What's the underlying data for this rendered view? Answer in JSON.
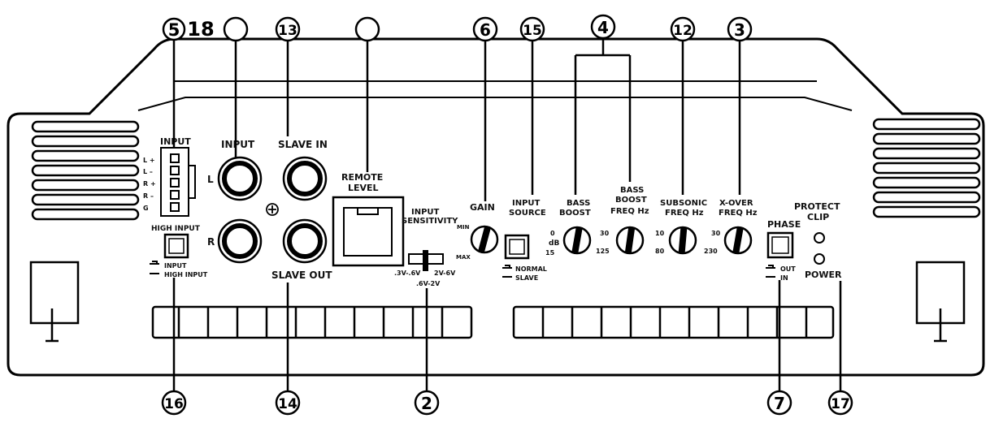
{
  "callouts": {
    "c5": "5",
    "c18": "18",
    "c1": "",
    "c13": "13",
    "c10": "",
    "c6": "6",
    "c15": "15",
    "c4": "4",
    "c12": "12",
    "c3": "3",
    "c16": "16",
    "c14": "14",
    "c2": "2",
    "c7": "7",
    "c17": "17"
  },
  "labels": {
    "input_high": "INPUT",
    "input_pins": [
      "L +",
      "L –",
      "R +",
      "R –",
      "G"
    ],
    "input_rca": "INPUT",
    "rca_left": "L",
    "rca_right": "R",
    "slave_in": "SLAVE IN",
    "slave_out": "SLAVE OUT",
    "remote_level_1": "REMOTE",
    "remote_level_2": "LEVEL",
    "high_input": "HIGH INPUT",
    "high_input_switch_1": "INPUT",
    "high_input_switch_2": "HIGH INPUT",
    "input_sensitivity_1": "INPUT",
    "input_sensitivity_2": "SENSITIVITY",
    "sens_left": ".3V-.6V",
    "sens_right": "2V-6V",
    "sens_mid": ".6V-2V",
    "gain": "GAIN",
    "gain_min": "MIN",
    "gain_max": "MAX",
    "input_source_1": "INPUT",
    "input_source_2": "SOURCE",
    "source_normal": "NORMAL",
    "source_slave": "SLAVE",
    "bass_boost_1": "BASS",
    "bass_boost_2": "BOOST",
    "bb_0": "0",
    "bb_db": "dB",
    "bb_15": "15",
    "bbf_1": "BASS",
    "bbf_2": "BOOST",
    "bbf_3": "FREQ Hz",
    "bbf_30": "30",
    "bbf_125": "125",
    "sub_1": "SUBSONIC",
    "sub_2": "FREQ Hz",
    "sub_10": "10",
    "sub_80": "80",
    "xo_1": "X-OVER",
    "xo_2": "FREQ Hz",
    "xo_30": "30",
    "xo_230": "230",
    "phase": "PHASE",
    "phase_out": "OUT",
    "phase_in": "IN",
    "protect": "PROTECT",
    "clip": "CLIP",
    "power": "POWER"
  }
}
